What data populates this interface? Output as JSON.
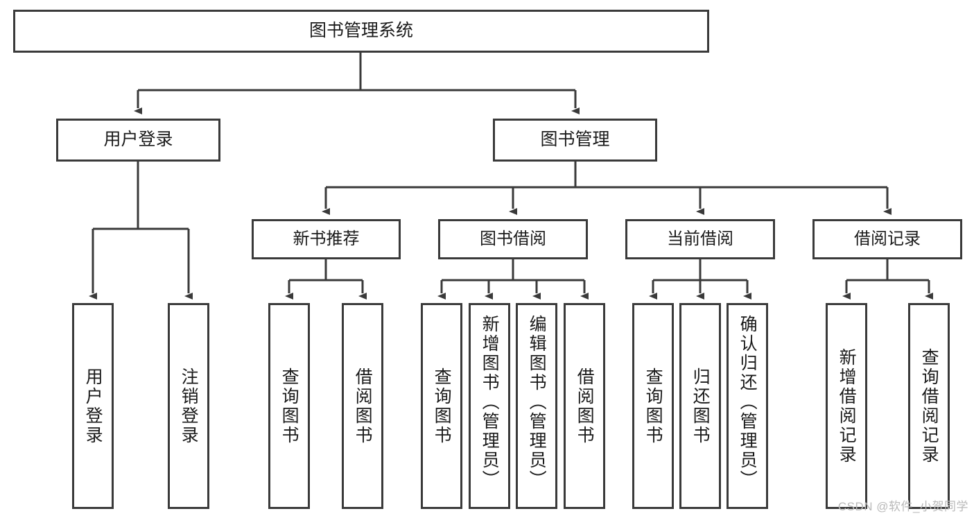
{
  "diagram": {
    "title": "图书管理系统",
    "root": {
      "label": "图书管理系统"
    },
    "level2": [
      {
        "label": "用户登录"
      },
      {
        "label": "图书管理"
      }
    ],
    "level3": [
      {
        "label": "新书推荐"
      },
      {
        "label": "图书借阅"
      },
      {
        "label": "当前借阅"
      },
      {
        "label": "借阅记录"
      }
    ],
    "leaves": {
      "user_login": [
        {
          "label": "用户登录"
        },
        {
          "label": "注销登录"
        }
      ],
      "new_book_recommend": [
        {
          "label": "查询图书"
        },
        {
          "label": "借阅图书"
        }
      ],
      "book_borrow": [
        {
          "label": "查询图书"
        },
        {
          "label": "新增图书（管理员）"
        },
        {
          "label": "编辑图书（管理员）"
        },
        {
          "label": "借阅图书"
        }
      ],
      "current_borrow": [
        {
          "label": "查询图书"
        },
        {
          "label": "归还图书"
        },
        {
          "label": "确认归还（管理员）"
        }
      ],
      "borrow_record": [
        {
          "label": "新增借阅记录"
        },
        {
          "label": "查询借阅记录"
        }
      ]
    },
    "watermark": "CSDN @软件_小贺同学",
    "colors": {
      "border": "#3a3a3a",
      "text": "#1a1a1a",
      "background": "#ffffff",
      "watermark": "#b9b9b9"
    }
  }
}
